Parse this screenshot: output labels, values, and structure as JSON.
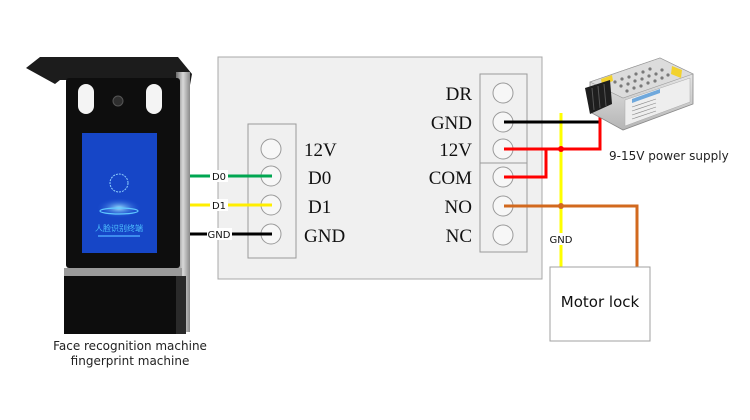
{
  "devices": {
    "reader": {
      "caption_line1": "Face recognition machine",
      "caption_line2": "fingerprint machine",
      "screen_text": "人脸识别终端",
      "screen_color": "#1a4fd6"
    },
    "controller": {
      "left_terminals": [
        "12V",
        "D0",
        "D1",
        "GND"
      ],
      "right_terminals": [
        "DR",
        "GND",
        "12V",
        "COM",
        "NO",
        "NC"
      ]
    },
    "power_supply": {
      "label": "9-15V power supply"
    },
    "motor_lock": {
      "label": "Motor lock"
    }
  },
  "wires": {
    "d0": {
      "label": "D0",
      "color": "#00a651"
    },
    "d1": {
      "label": "D1",
      "color": "#ffee00"
    },
    "gnd_reader": {
      "label": "GND",
      "color": "#000000"
    },
    "psu_gnd": {
      "color": "#000000"
    },
    "psu_12v": {
      "color": "#ff0000"
    },
    "lock_no": {
      "color": "#d2691e"
    },
    "lock_gnd": {
      "label": "GND",
      "color": "#ffff00"
    }
  }
}
